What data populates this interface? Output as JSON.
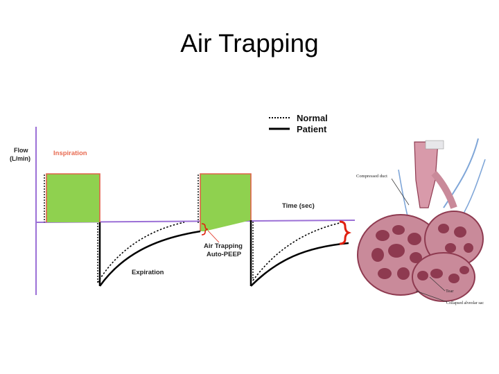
{
  "slide": {
    "title": "Air Trapping"
  },
  "legend": {
    "normal": "Normal",
    "patient": "Patient"
  },
  "graph": {
    "y_label_line1": "Flow",
    "y_label_line2": "(L/min)",
    "inspiration": "Inspiration",
    "expiration": "Expiration",
    "time_label": "Time (sec)",
    "air_trapping_line1": "Air Trapping",
    "air_trapping_line2": "Auto-PEEP"
  },
  "lung_illustration": {
    "compressed_duct": "Compressed duct",
    "tear": "Tear",
    "collapsed_sac": "Collapsed alveolar sac"
  },
  "colors": {
    "axis": "#9b6fd6",
    "inspiration_fill": "#8fd14f",
    "inspiration_edge": "#e06048",
    "inspiration_text": "#e86a50",
    "bracket": "#e02010",
    "lung_tissue": "#c98a9a",
    "lung_dark": "#8e3a50",
    "vessel": "#7fa6d8"
  }
}
